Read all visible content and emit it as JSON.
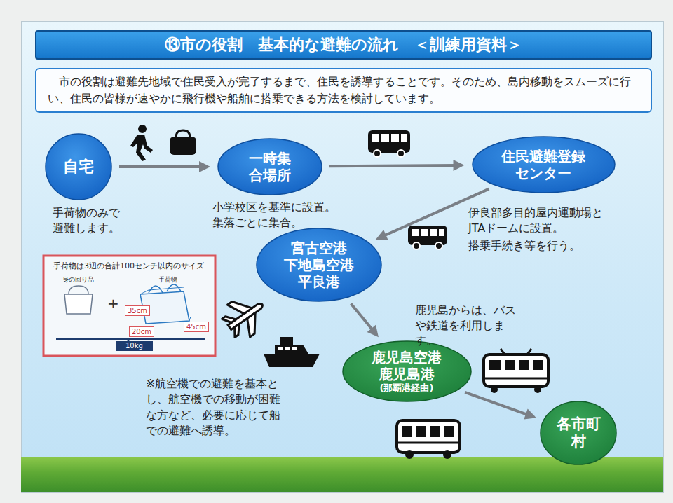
{
  "diagram": {
    "title": "⑬市の役割　基本的な避難の流れ　＜訓練用資料＞",
    "nodes": [
      {
        "text": [
          "市の役割は避難先地域で住民受入が完了するまで、住民を誘導することです。そのため、島内移動をスムーズに行い、住民の皆様が速やかに飛行機や船舶に搭乗できる方法を検討しています。"
        ]
      },
      {
        "text": [
          "自宅"
        ]
      },
      {
        "text": [
          "一時集合場所"
        ]
      },
      {
        "text": [
          "住民避難登録センター"
        ]
      },
      {
        "text": [
          "宮古空港 下地島空港 平良港"
        ]
      },
      {
        "text": [
          "鹿児島空港 鹿児島港",
          "(那覇港経由)"
        ]
      },
      {
        "text": [
          "各市町村"
        ]
      }
    ],
    "edges": [
      {
        "from": 1,
        "to": 2,
        "arrow": "to"
      },
      {
        "from": 2,
        "to": 3,
        "arrow": "to"
      },
      {
        "from": 3,
        "to": 4,
        "arrow": "to"
      },
      {
        "from": 4,
        "to": 5,
        "arrow": "to"
      },
      {
        "from": 5,
        "to": 6,
        "arrow": "to"
      }
    ],
    "labels": [
      "手荷物のみで避難します。",
      "小学校区を基準に設置。",
      "集落ごとに集合。",
      "伊良部多目的屋内運動場とJTAドームに設置。",
      "搭乗手続き等を行う。",
      "手荷物は3辺の合計100センチ以内のサイズ",
      "身の回り品",
      "手荷物",
      "+",
      "35cm",
      "20cm",
      "45cm",
      "10kg",
      "鹿児島からは、バスや鉄道を利用します。",
      "※航空機での避難を基本とし、航空機での移動が困難な方など、必要に応じて船での避難へ誘導。"
    ]
  }
}
